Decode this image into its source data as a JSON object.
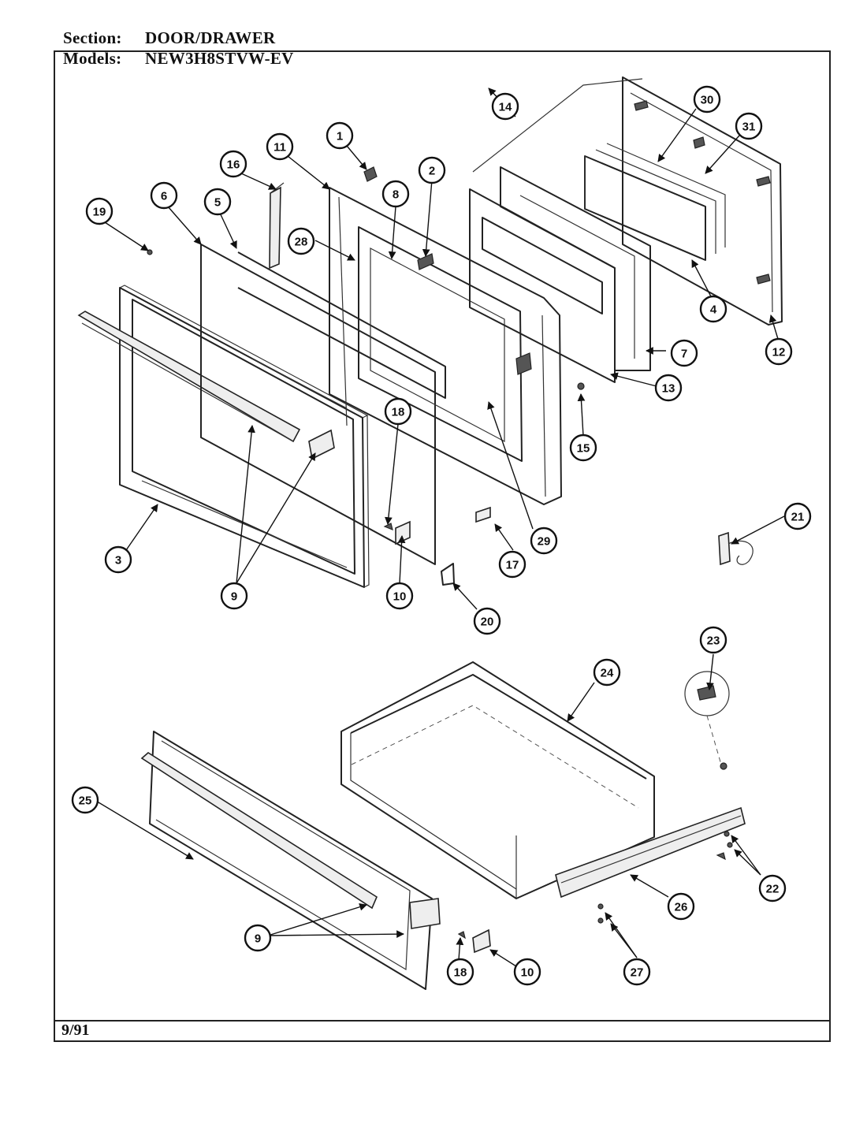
{
  "header": {
    "section_label": "Section:",
    "section_value": "DOOR/DRAWER",
    "models_label": "Models:",
    "models_value": "NEW3H8STVW-EV"
  },
  "footer": {
    "date": "9/91"
  },
  "callouts": [
    "1",
    "2",
    "3",
    "4",
    "5",
    "6",
    "7",
    "8",
    "9",
    "10",
    "11",
    "12",
    "13",
    "14",
    "15",
    "16",
    "17",
    "18",
    "19",
    "20",
    "21",
    "22",
    "23",
    "24",
    "25",
    "26",
    "27",
    "28",
    "29",
    "30",
    "31"
  ]
}
